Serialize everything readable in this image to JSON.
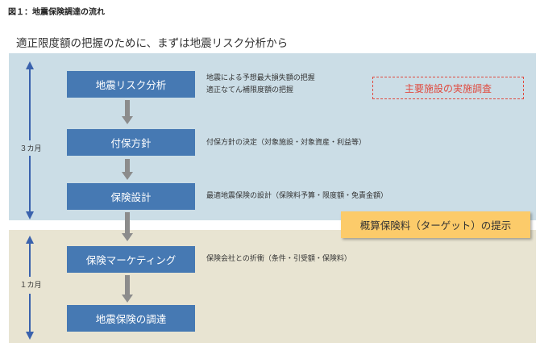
{
  "figure_title": "図１：地震保険調達の流れ",
  "subtitle": "適正限度額の把握のために、まずは地震リスク分析から",
  "phases": [
    {
      "duration": "３カ月"
    },
    {
      "duration": "１カ月"
    }
  ],
  "steps": [
    {
      "label": "地震リスク分析",
      "desc": [
        "地震による予想最大損失額の把握",
        "適正なてん補限度額の把握"
      ]
    },
    {
      "label": "付保方針",
      "desc": [
        "付保方針の決定（対象施設・対象資産・利益等）"
      ]
    },
    {
      "label": "保険設計",
      "desc": [
        "最適地震保険の設計（保険料予算・限度額・免責金額）"
      ]
    },
    {
      "label": "保険マーケティング",
      "desc": [
        "保険会社との折衝（条件・引受額・保険料）"
      ]
    },
    {
      "label": "地震保険の調達",
      "desc": []
    }
  ],
  "callouts": {
    "survey": "主要施設の実施調査",
    "target": "概算保険料（ターゲット）の提示"
  },
  "colors": {
    "step": "#4679b3",
    "panel_blue": "#cbdde6",
    "panel_beige": "#e8e4d2",
    "survey": "#e04a3f",
    "target": "#fccb6a"
  }
}
